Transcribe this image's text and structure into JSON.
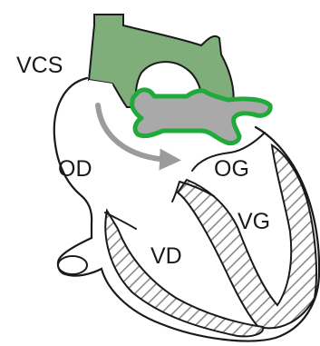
{
  "labels": {
    "vcs": "VCS",
    "od": "OD",
    "og": "OG",
    "vd": "VD",
    "vg": "VG"
  },
  "colors": {
    "vessel_green": "#7fae7b",
    "highlight_green": "#1faa3a",
    "duct_gray": "#a9a9a9",
    "arrow_gray": "#9b9b9b",
    "outline": "#1a1a1a",
    "hatch": "#8a8a8a",
    "background": "#ffffff"
  }
}
